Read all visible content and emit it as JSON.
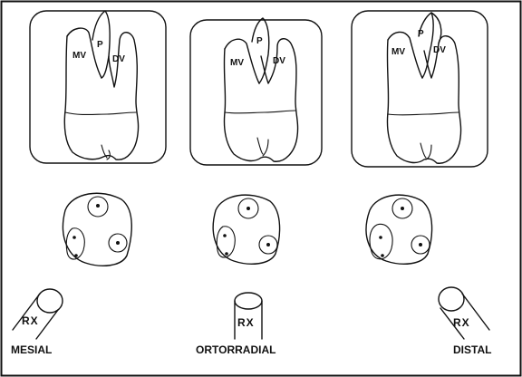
{
  "panels": [
    {
      "id": "mesial",
      "roots": {
        "mv": "MV",
        "p": "P",
        "dv": "DV"
      },
      "rx": "RX",
      "caption": "MESIAL"
    },
    {
      "id": "ortorradial",
      "roots": {
        "mv": "MV",
        "p": "P",
        "dv": "DV"
      },
      "rx": "RX",
      "caption": "ORTORRADIAL"
    },
    {
      "id": "distal",
      "roots": {
        "mv": "MV",
        "p": "P",
        "dv": "DV"
      },
      "rx": "RX",
      "caption": "DISTAL"
    }
  ],
  "colors": {
    "ink": "#111111",
    "background": "#ffffff"
  }
}
